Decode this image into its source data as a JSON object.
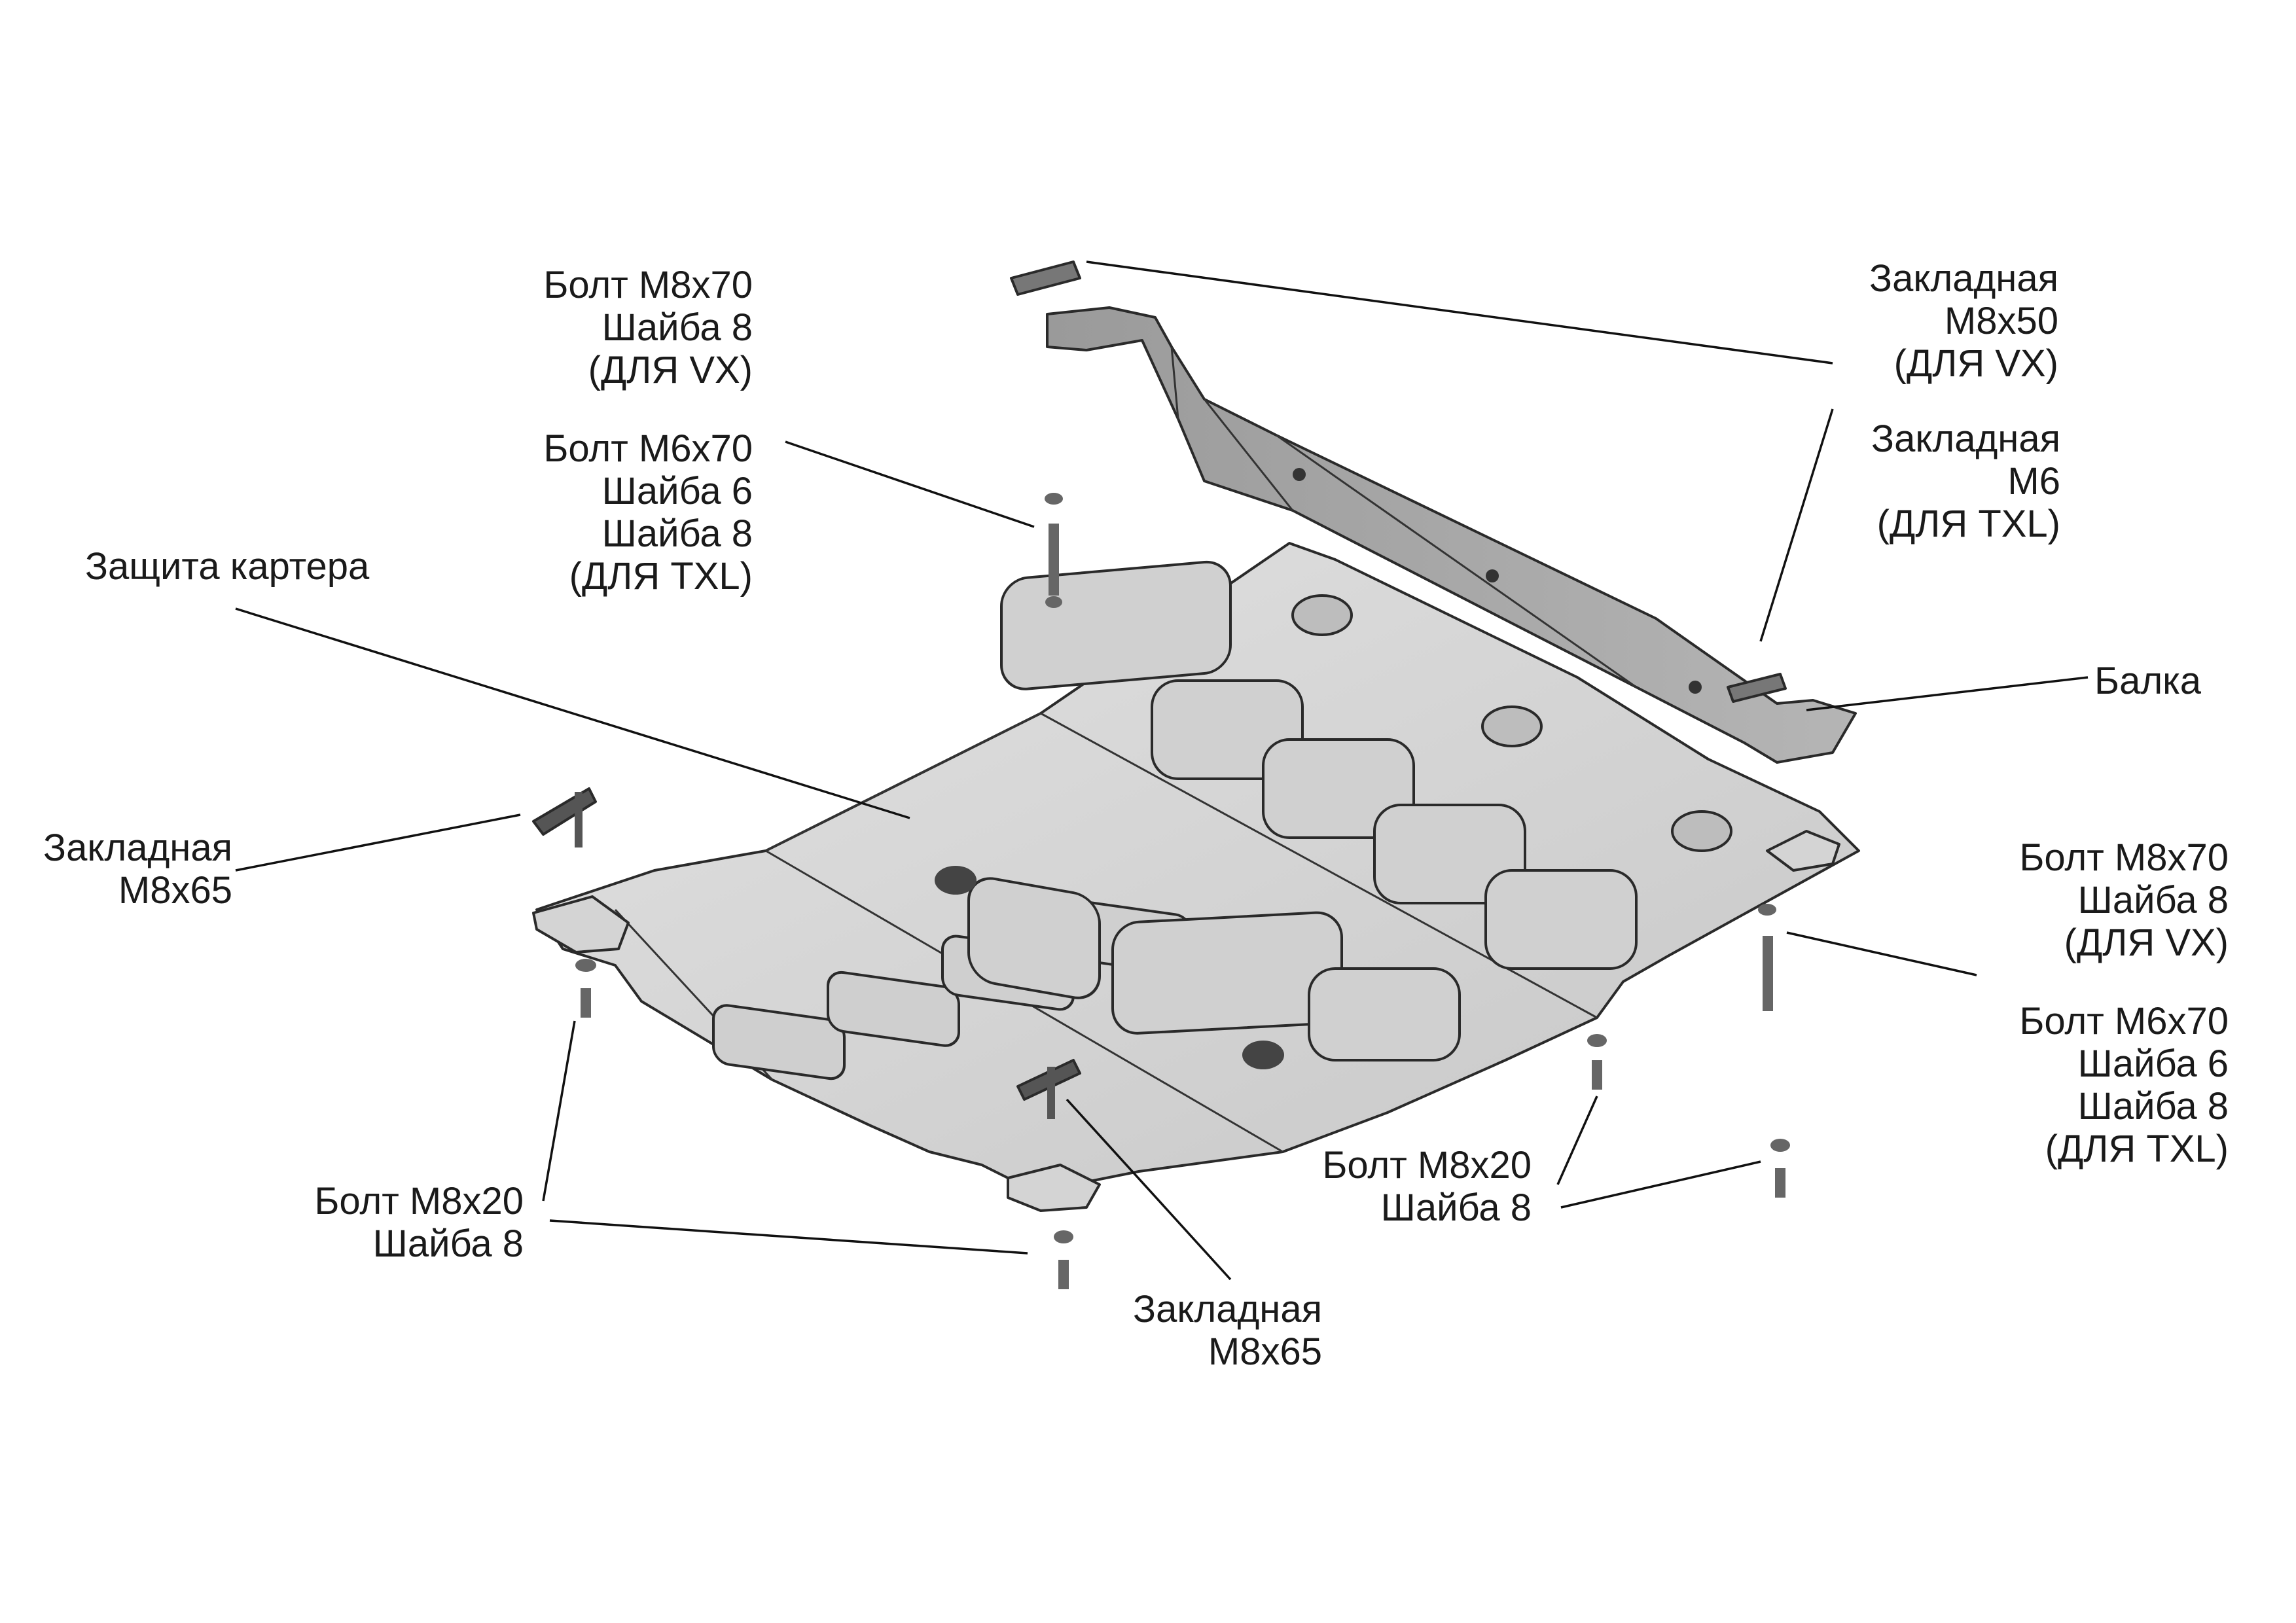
{
  "labels": {
    "top_left_bolt": [
      "Болт М8х70",
      "Шайба 8",
      "(ДЛЯ  VX)"
    ],
    "mid_left_bolt": [
      "Болт М6х70",
      "Шайба 6",
      "Шайба 8",
      "(ДЛЯ  TXL)"
    ],
    "guard": [
      "Защита картера"
    ],
    "left_insert": [
      "Закладная",
      "М8х65"
    ],
    "bottom_left_bolt": [
      "Болт М8х20",
      "Шайба 8"
    ],
    "bottom_center_insert": [
      "Закладная",
      "М8х65"
    ],
    "bottom_center_bolt": [
      "Болт М8х20",
      "Шайба 8"
    ],
    "top_right_insert_vx": [
      "Закладная",
      "М8х50",
      "(ДЛЯ  VX)"
    ],
    "top_right_insert_txl": [
      "Закладная",
      "М6",
      "(ДЛЯ  TXL)"
    ],
    "beam": [
      "Балка"
    ],
    "right_bolt_vx": [
      "Болт М8х70",
      "Шайба 8",
      "(ДЛЯ  VX)"
    ],
    "right_bolt_txl": [
      "Болт М6х70",
      "Шайба 6",
      "Шайба 8",
      "(ДЛЯ  TXL)"
    ]
  },
  "colors": {
    "metal_light": "#d9d9d9",
    "metal_mid": "#c2c2c2",
    "metal_dark": "#8f8f8f",
    "line": "#111111"
  }
}
